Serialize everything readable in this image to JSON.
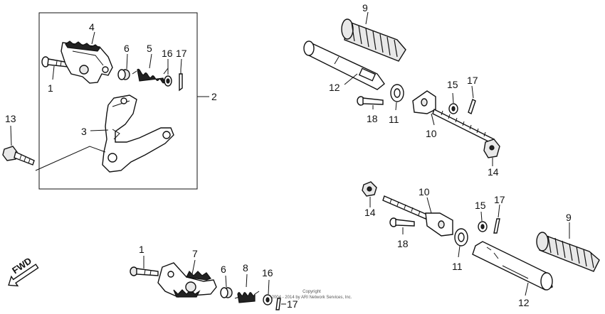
{
  "callouts": {
    "tl_1": "1",
    "tl_4": "4",
    "tl_6": "6",
    "tl_5": "5",
    "tl_16": "16",
    "tl_17": "17",
    "tl_2": "2",
    "tl_3": "3",
    "tl_13": "13",
    "tr_9": "9",
    "tr_12": "12",
    "tr_18": "18",
    "tr_11": "11",
    "tr_15": "15",
    "tr_17": "17",
    "tr_10": "10",
    "tr_14": "14",
    "br_10": "10",
    "br_14": "14",
    "br_18": "18",
    "br_15": "15",
    "br_17": "17",
    "br_9": "9",
    "br_11": "11",
    "br_12": "12",
    "bl_1": "1",
    "bl_7": "7",
    "bl_6": "6",
    "bl_8": "8",
    "bl_16": "16",
    "bl_17": "17"
  },
  "direction_label": "FWD",
  "copyright": {
    "line1": "Copyright",
    "line2": "2004 - 2014 by ARI Network Services, Inc."
  }
}
